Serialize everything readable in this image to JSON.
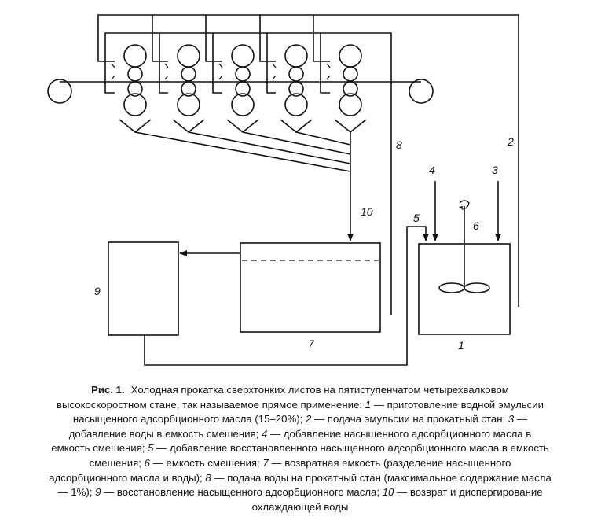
{
  "labels": {
    "l1": "1",
    "l2": "2",
    "l3": "3",
    "l4": "4",
    "l5": "5",
    "l6": "6",
    "l7": "7",
    "l8": "8",
    "l9": "9",
    "l10": "10"
  },
  "caption": {
    "figure": "Рис. 1.",
    "intro": "Холодная прокатка сверхтонких листов на пятиступенчатом четырехвалковом высокоскоростном стане, так называемое прямое применение:",
    "items": [
      {
        "num": "1",
        "text": " — приготовление водной эмульсии насыщенного адсорбционного масла (15–20%); "
      },
      {
        "num": "2",
        "text": " — подача эмульсии на прокатный стан; "
      },
      {
        "num": "3",
        "text": " — добавление воды в емкость смешения; "
      },
      {
        "num": "4",
        "text": " — добавление насыщенного адсорбционного масла в емкость смешения; "
      },
      {
        "num": "5",
        "text": " — добавление восстановленного насыщенного адсорбционного масла в емкость смешения; "
      },
      {
        "num": "6",
        "text": " — емкость смешения; "
      },
      {
        "num": "7",
        "text": " — возвратная емкость (разделение насыщенного адсорбционного масла и воды); "
      },
      {
        "num": "8",
        "text": " — подача воды на прокатный стан (максимальное содержание масла — 1%); "
      },
      {
        "num": "9",
        "text": " — восстановление насыщенного адсорбционного масла; "
      },
      {
        "num": "10",
        "text": " — возврат и диспергирование охлаждающей воды"
      }
    ]
  }
}
